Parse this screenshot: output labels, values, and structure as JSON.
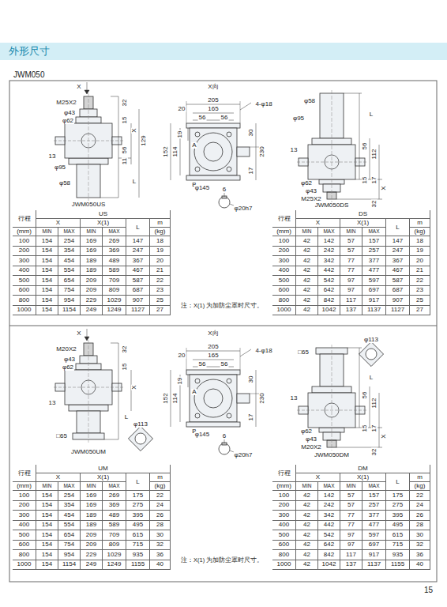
{
  "diagram": {
    "title": "外形尺寸",
    "labels": [
      "JWM050",
      "X",
      "M25X2",
      "φ43",
      "φ62",
      "32",
      "15",
      "X",
      "129",
      "56",
      "11",
      "13",
      "φ95",
      "φ58",
      "L",
      "JWM050US",
      "X向",
      "205",
      "20",
      "165",
      "56",
      "56",
      "4-φ18",
      "19",
      "114",
      "152",
      "A",
      "B",
      "φ145",
      "30",
      "17",
      "230",
      "6",
      "φ20h7",
      "φ58",
      "φ95",
      "L",
      "56",
      "112",
      "13",
      "φ62",
      "15",
      "17",
      "X",
      "φ43",
      "32",
      "M25X2",
      "JWM050DS",
      "行程",
      "(mm)",
      "US",
      "X",
      "X(1)",
      "L",
      "m",
      "(kg)",
      "MIN",
      "MAX",
      "MIN",
      "MAX",
      "100",
      "154",
      "254",
      "169",
      "269",
      "147",
      "18",
      "200",
      "154",
      "354",
      "169",
      "369",
      "247",
      "19",
      "300",
      "154",
      "454",
      "189",
      "489",
      "367",
      "20",
      "400",
      "154",
      "554",
      "189",
      "589",
      "467",
      "21",
      "500",
      "154",
      "654",
      "209",
      "709",
      "587",
      "22",
      "600",
      "154",
      "754",
      "209",
      "809",
      "687",
      "23",
      "800",
      "154",
      "954",
      "229",
      "1029",
      "907",
      "25",
      "1000",
      "154",
      "1154",
      "249",
      "1249",
      "1127",
      "27",
      "注：X(1) 为加防尘罩时尺寸。",
      "行程",
      "(mm)",
      "DS",
      "X",
      "X(1)",
      "L",
      "m",
      "(kg)",
      "MIN",
      "MAX",
      "MIN",
      "MAX",
      "100",
      "42",
      "142",
      "57",
      "157",
      "147",
      "18",
      "200",
      "42",
      "242",
      "57",
      "257",
      "247",
      "19",
      "300",
      "42",
      "342",
      "77",
      "377",
      "367",
      "20",
      "400",
      "42",
      "442",
      "77",
      "477",
      "467",
      "21",
      "500",
      "42",
      "542",
      "97",
      "597",
      "587",
      "22",
      "600",
      "42",
      "642",
      "97",
      "697",
      "687",
      "23",
      "800",
      "42",
      "842",
      "117",
      "917",
      "907",
      "25",
      "1000",
      "42",
      "1042",
      "137",
      "1137",
      "1127",
      "27",
      "X",
      "M20X2",
      "φ43",
      "32",
      "φ62",
      "15",
      "X",
      "13",
      "L",
      "□65",
      "φ113",
      "JWM050UM",
      "X向",
      "205",
      "20",
      "165",
      "56",
      "56",
      "4-φ18",
      "19",
      "114",
      "152",
      "A",
      "B",
      "φ145",
      "30",
      "17",
      "230",
      "6",
      "φ20h7",
      "φ113",
      "□65",
      "L",
      "56",
      "112",
      "13",
      "φ62",
      "15",
      "17",
      "X",
      "φ43",
      "32",
      "M20X2",
      "JWM050DM",
      "行程",
      "(mm)",
      "UM",
      "X",
      "X(1)",
      "L",
      "m",
      "(kg)",
      "MIN",
      "MAX",
      "MIN",
      "MAX",
      "100",
      "154",
      "254",
      "169",
      "269",
      "175",
      "22",
      "200",
      "154",
      "354",
      "169",
      "369",
      "275",
      "24",
      "300",
      "154",
      "454",
      "189",
      "489",
      "395",
      "26",
      "400",
      "154",
      "554",
      "189",
      "589",
      "495",
      "28",
      "500",
      "154",
      "654",
      "209",
      "709",
      "615",
      "30",
      "600",
      "154",
      "754",
      "209",
      "809",
      "715",
      "32",
      "800",
      "154",
      "954",
      "229",
      "1029",
      "935",
      "36",
      "1000",
      "154",
      "1154",
      "249",
      "1249",
      "1155",
      "40",
      "注：X(1) 为加防尘罩时尺寸。",
      "行程",
      "(mm)",
      "DM",
      "X",
      "X(1)",
      "L",
      "m",
      "(kg)",
      "MIN",
      "MAX",
      "MIN",
      "MAX",
      "100",
      "42",
      "142",
      "57",
      "157",
      "175",
      "22",
      "200",
      "42",
      "242",
      "57",
      "257",
      "275",
      "24",
      "300",
      "42",
      "342",
      "77",
      "377",
      "395",
      "26",
      "400",
      "42",
      "442",
      "77",
      "477",
      "495",
      "28",
      "500",
      "42",
      "542",
      "97",
      "597",
      "615",
      "30",
      "600",
      "42",
      "642",
      "97",
      "697",
      "715",
      "32",
      "800",
      "42",
      "842",
      "117",
      "917",
      "935",
      "36",
      "1000",
      "42",
      "1042",
      "137",
      "1137",
      "1155",
      "40",
      "15"
    ]
  }
}
